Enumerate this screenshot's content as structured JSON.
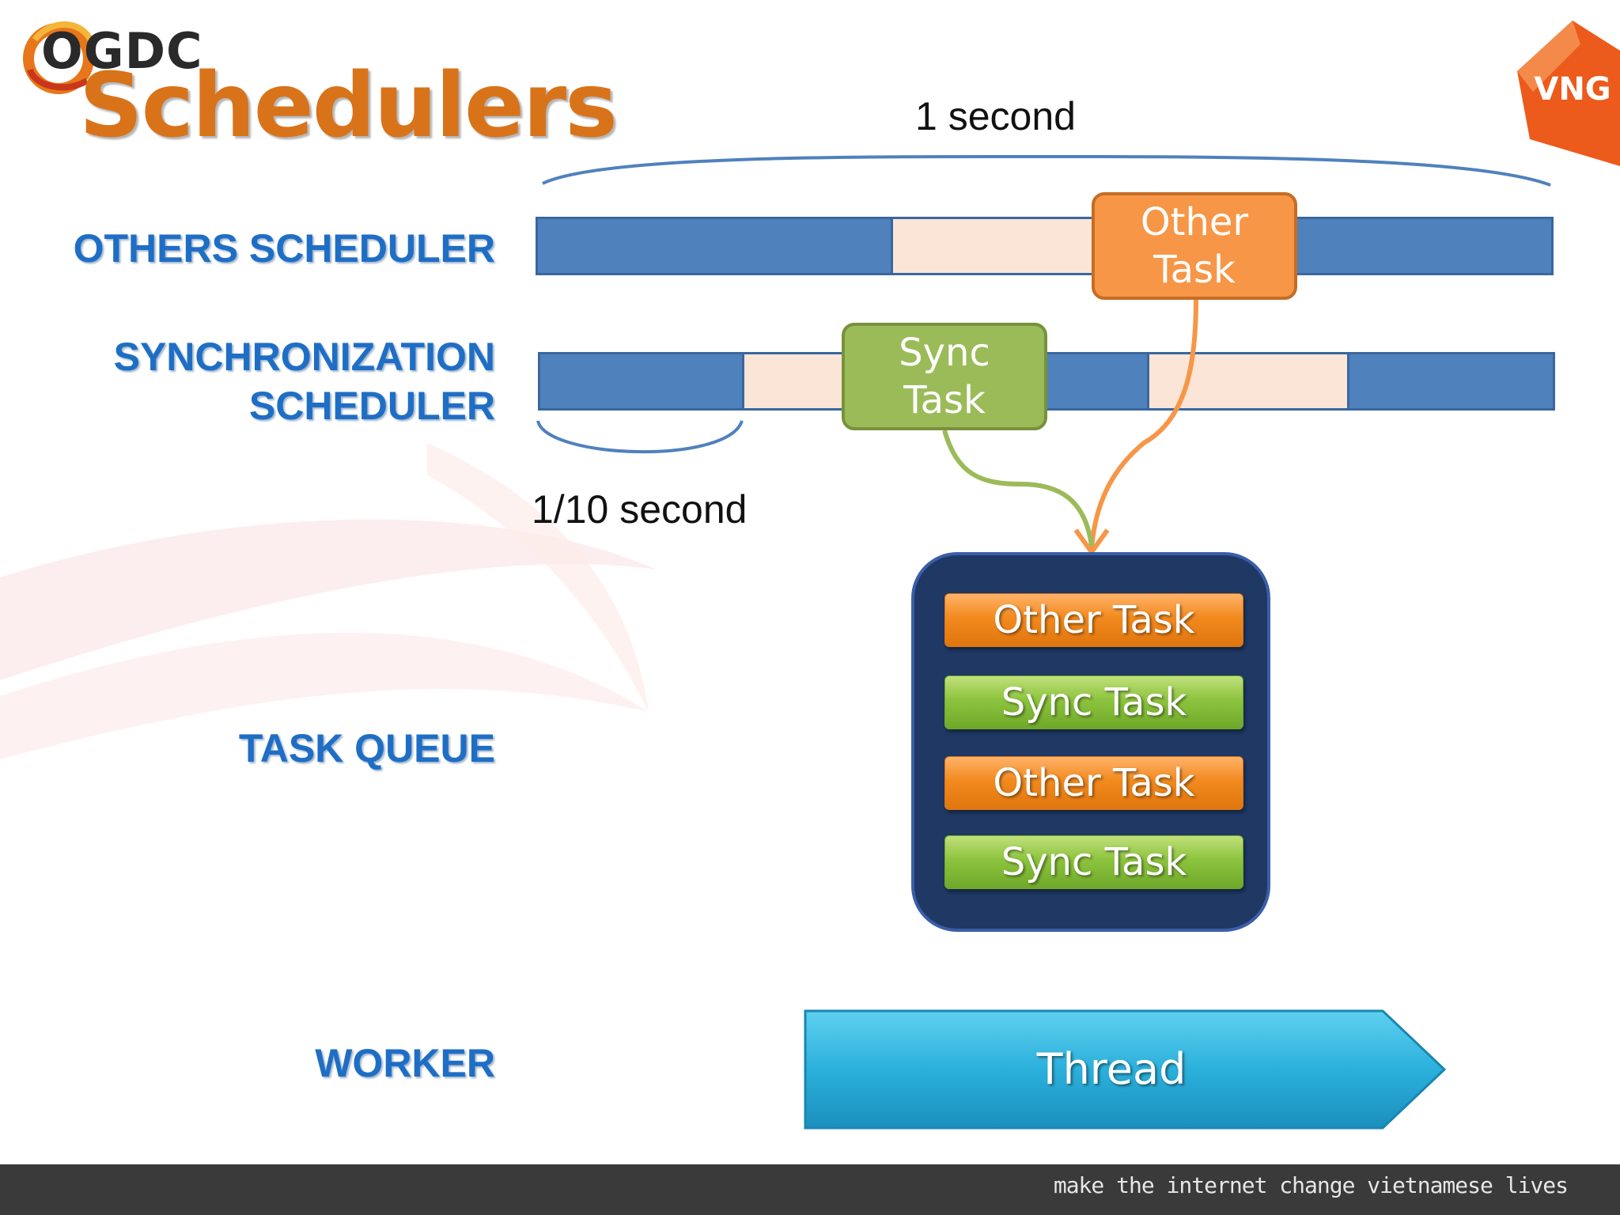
{
  "header": {
    "logo_text": "OGDC",
    "title": "Schedulers",
    "brand_logo_text": "VNG"
  },
  "timeline": {
    "one_second_label": "1 second",
    "tenth_second_label": "1/10 second"
  },
  "rows": {
    "others": "OTHERS SCHEDULER",
    "sync": "SYNCHRONIZATION\nSCHEDULER",
    "queue": "TASK QUEUE",
    "worker": "WORKER"
  },
  "timeline_tasks": {
    "other": "Other\nTask",
    "sync": "Sync\nTask"
  },
  "task_queue": {
    "items": [
      "Other Task",
      "Sync Task",
      "Other Task",
      "Sync Task"
    ]
  },
  "worker": {
    "thread_label": "Thread"
  },
  "footer": {
    "tagline": "make the internet change vietnamese lives"
  },
  "colors": {
    "blue_bar": "#4f81bd",
    "gap": "#fbe5d6",
    "orange": "#f79646",
    "green": "#9bbb59",
    "queue_bg": "#1f3864",
    "label_blue": "#1f6ec5"
  }
}
